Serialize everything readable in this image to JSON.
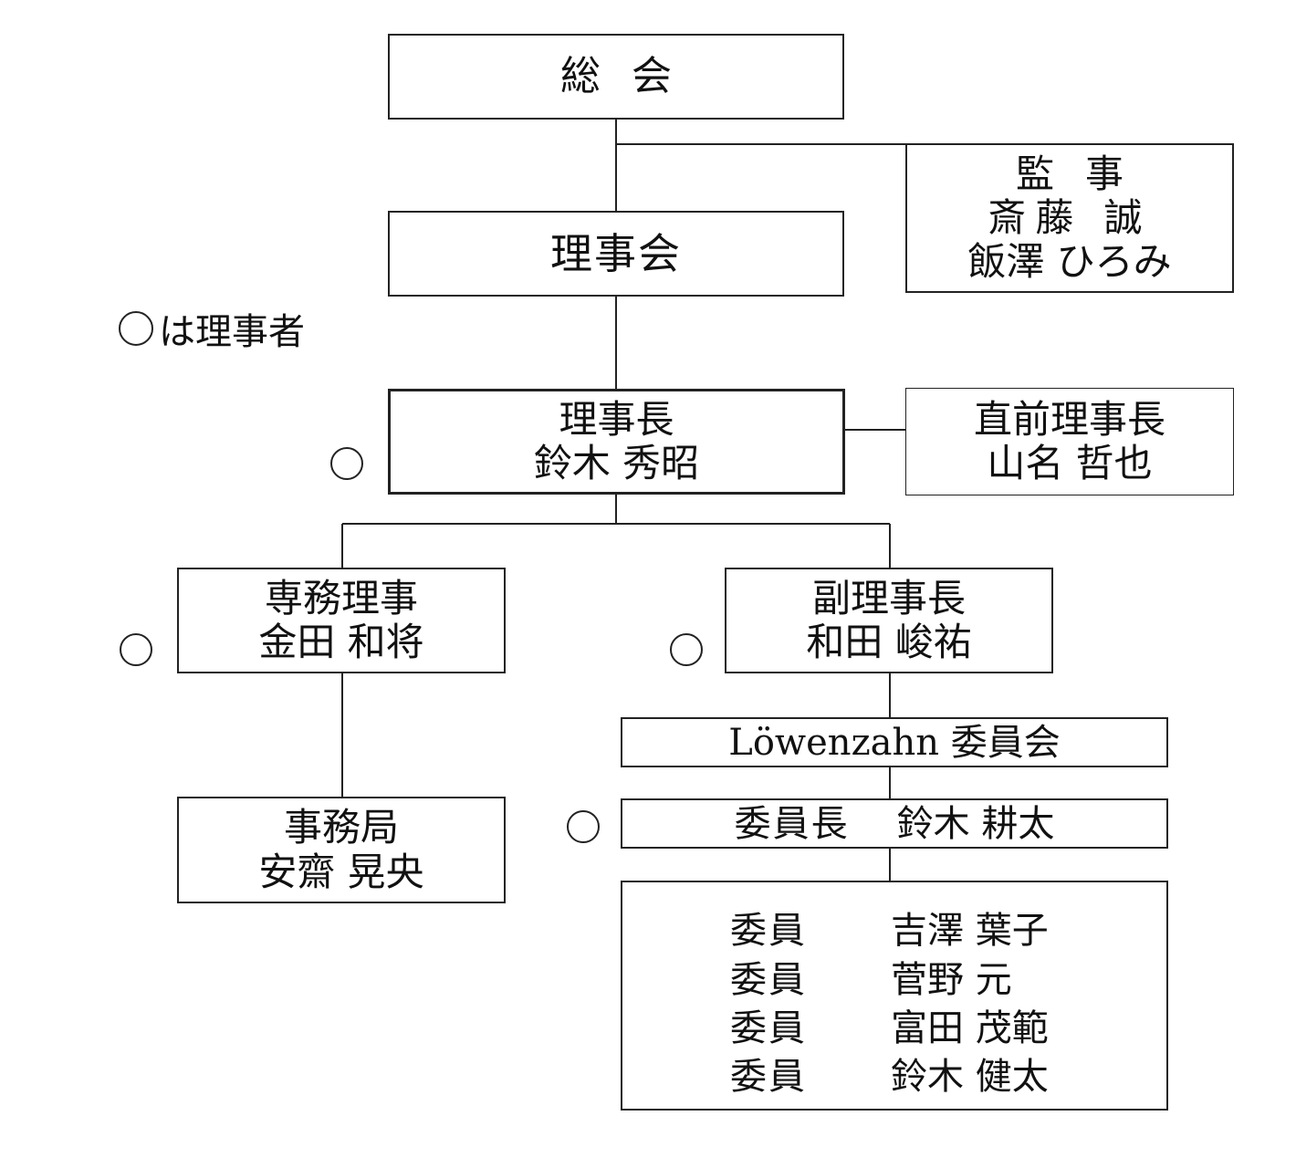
{
  "general_assembly": "総会",
  "board": "理事会",
  "auditors": {
    "title": "監事",
    "members": [
      "斎藤 誠",
      "飯澤 ひろみ"
    ]
  },
  "legend": {
    "symbol": "◯",
    "text": "は理事者"
  },
  "chairman": {
    "title": "理事長",
    "name": "鈴木 秀昭",
    "is_director": true
  },
  "former_chairman": {
    "title": "直前理事長",
    "name": "山名 哲也"
  },
  "managing_director": {
    "title": "専務理事",
    "name": "金田 和将",
    "is_director": true
  },
  "vice_chairman": {
    "title": "副理事長",
    "name": "和田 峻祐",
    "is_director": true
  },
  "secretariat": {
    "title": "事務局",
    "name": "安齋 晃央"
  },
  "committee": {
    "name": "Löwenzahn 委員会",
    "chair": {
      "role": "委員長",
      "name": "鈴木 耕太",
      "is_director": true
    },
    "members": [
      {
        "role": "委員",
        "name": "吉澤 葉子"
      },
      {
        "role": "委員",
        "name": "菅野 元"
      },
      {
        "role": "委員",
        "name": "富田 茂範"
      },
      {
        "role": "委員",
        "name": "鈴木 健太"
      }
    ]
  }
}
